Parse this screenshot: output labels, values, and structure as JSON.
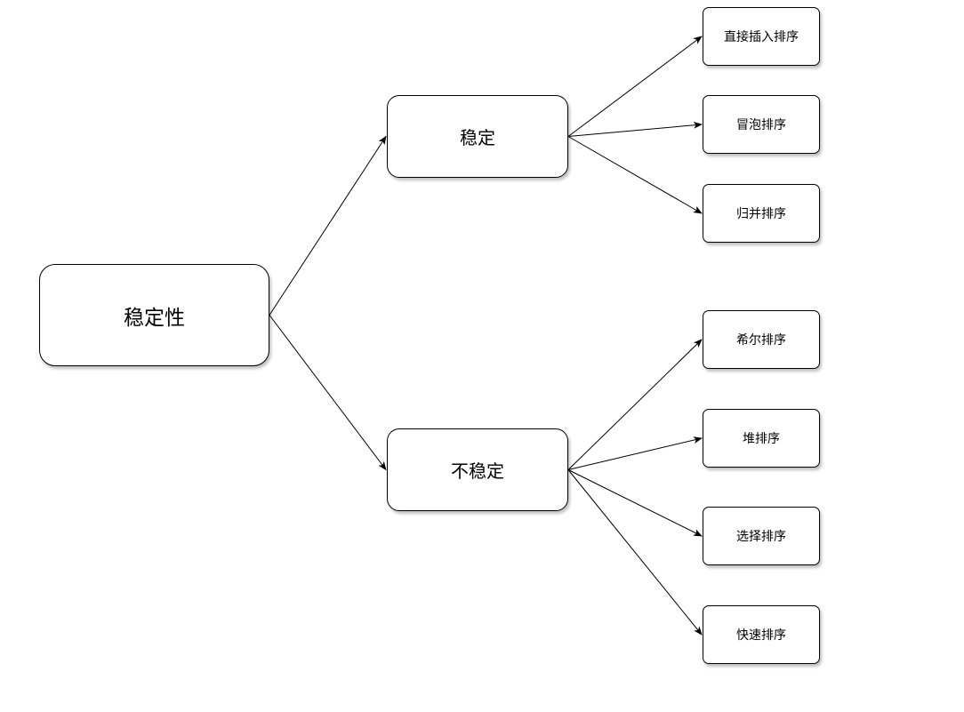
{
  "diagram": {
    "root": {
      "label": "稳定性"
    },
    "stable": {
      "label": "稳定",
      "children": [
        {
          "label": "直接插入排序"
        },
        {
          "label": "冒泡排序"
        },
        {
          "label": "归并排序"
        }
      ]
    },
    "unstable": {
      "label": "不稳定",
      "children": [
        {
          "label": "希尔排序"
        },
        {
          "label": "堆排序"
        },
        {
          "label": "选择排序"
        },
        {
          "label": "快速排序"
        }
      ]
    }
  }
}
